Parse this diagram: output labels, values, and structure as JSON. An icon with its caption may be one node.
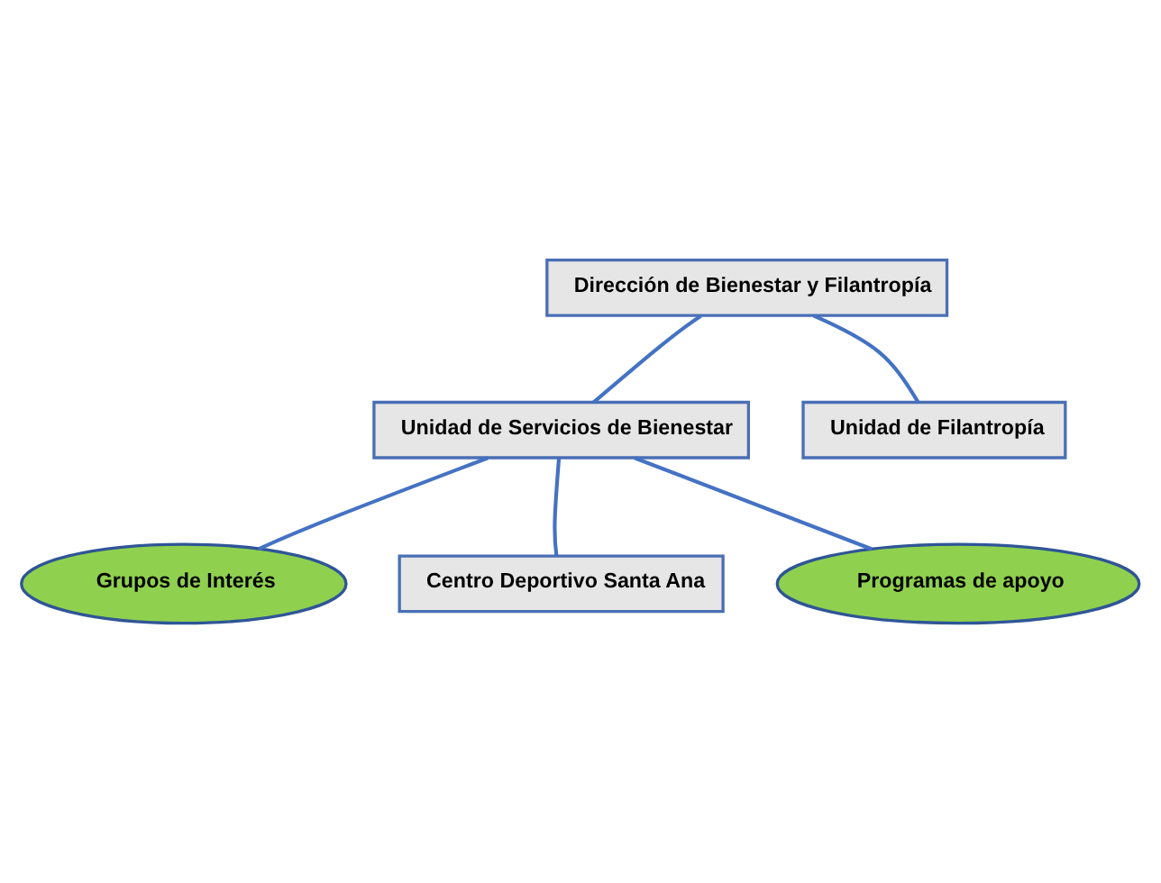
{
  "diagram": {
    "nodes": [
      {
        "text": [
          "Dirección de Bienestar y Filantropía"
        ]
      },
      {
        "text": [
          "Unidad de Servicios de Bienestar"
        ]
      },
      {
        "text": [
          "Unidad de Filantropía"
        ]
      },
      {
        "text": [
          "Grupos de Interés"
        ]
      },
      {
        "text": [
          "Centro Deportivo Santa Ana"
        ]
      },
      {
        "text": [
          "Programas de apoyo"
        ]
      }
    ],
    "edges": [
      {
        "from": 0,
        "to": 1,
        "arrow": "none"
      },
      {
        "from": 0,
        "to": 2,
        "arrow": "none"
      },
      {
        "from": 1,
        "to": 3,
        "arrow": "none"
      },
      {
        "from": 1,
        "to": 4,
        "arrow": "none"
      },
      {
        "from": 1,
        "to": 5,
        "arrow": "none"
      }
    ]
  }
}
